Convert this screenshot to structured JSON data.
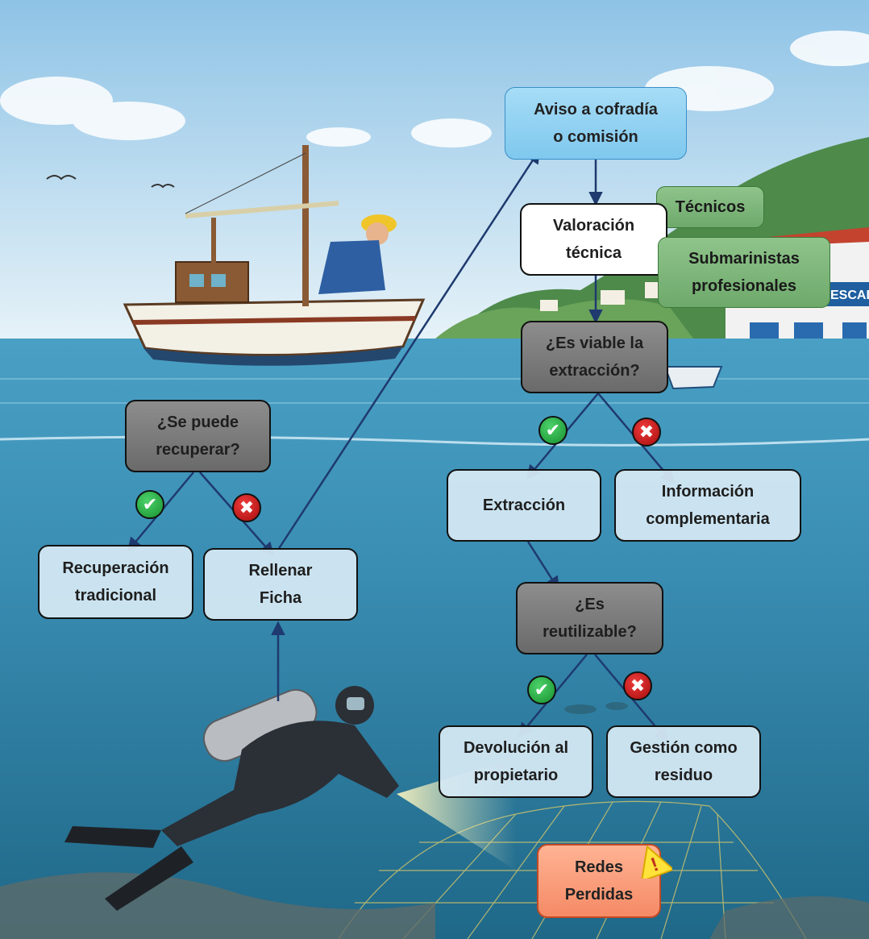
{
  "nodes": {
    "aviso": "Aviso a cofradía\no comisión",
    "valoracion": "Valoración\ntécnica",
    "tecnicos": "Técnicos",
    "submarinistas": "Submarinistas\nprofesionales",
    "viable": "¿Es viable la\nextracción?",
    "extraccion": "Extracción",
    "informacion": "Información\ncomplementaria",
    "reutilizable": "¿Es\nreutilizable?",
    "devolucion": "Devolución al\npropietario",
    "residuo": "Gestión como\nresiduo",
    "recuperar": "¿Se puede\nrecuperar?",
    "recuperacion": "Recuperación\ntradicional",
    "ficha": "Rellenar\nFicha",
    "redes": "Redes\nPerdidas"
  },
  "building_sign": "ESCAD",
  "badges": {
    "yes": "✔",
    "no": "✖"
  },
  "colors": {
    "sky": "#cfe6f5",
    "sea": "#3f93b8",
    "deep_sea": "#1f6d8f",
    "decision": "#7a7a7a",
    "notice": "#8fd0f0",
    "expert": "#76b072",
    "start": "#f7936f",
    "yes": "#22a63c",
    "no": "#c41616",
    "arrow": "#1e3a6e"
  },
  "icons": [
    "check-icon",
    "cross-icon",
    "warning-icon",
    "boat-icon",
    "diver-icon",
    "net-icon",
    "building-icon"
  ]
}
